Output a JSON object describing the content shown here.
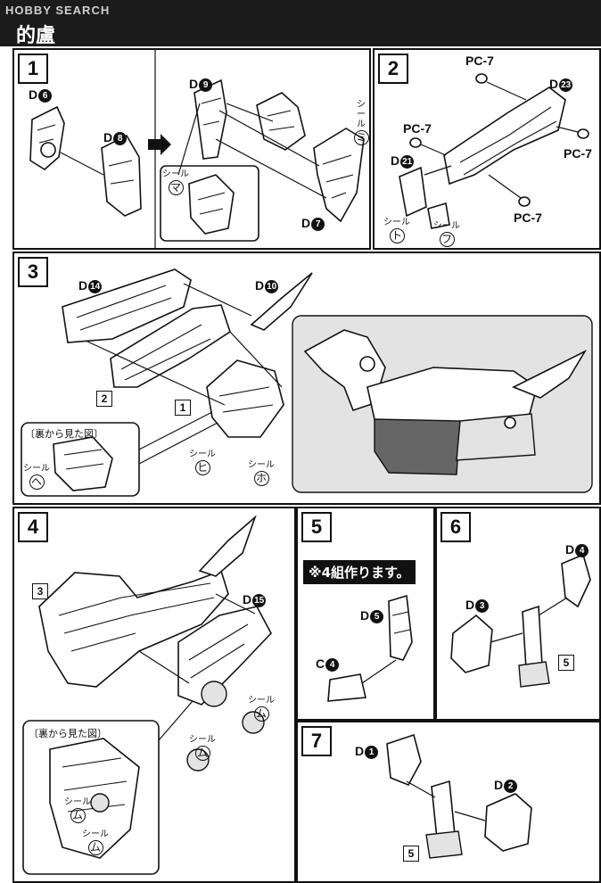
{
  "header": {
    "logo": "HOBBY SEARCH",
    "title": "的盧"
  },
  "steps": {
    "s1": "1",
    "s2": "2",
    "s3": "3",
    "s4": "4",
    "s5": "5",
    "s6": "6",
    "s7": "7"
  },
  "seal_label": "シール",
  "step1": {
    "d6": "D",
    "d6n": "6",
    "d8": "D",
    "d8n": "8",
    "d9": "D",
    "d9n": "9",
    "d7": "D",
    "d7n": "7",
    "seal_mi": "ミ",
    "seal_ma": "マ"
  },
  "step2": {
    "pc7": "PC-7",
    "d23": "D",
    "d23n": "23",
    "d21": "D",
    "d21n": "21",
    "seal_to": "ト",
    "seal_fu": "フ"
  },
  "step3": {
    "d14": "D",
    "d14n": "14",
    "d10": "D",
    "d10n": "10",
    "ref2": "2",
    "ref1": "1",
    "inset_title": "〔裏から見た図〕",
    "seal_he": "ヘ",
    "seal_hi": "ヒ",
    "seal_ho": "ホ"
  },
  "step4": {
    "ref3": "3",
    "d15": "D",
    "d15n": "15",
    "inset_title": "〔裏から見た図〕",
    "seal_mu": "ム"
  },
  "step5": {
    "note": "※4組作ります。",
    "d5": "D",
    "d5n": "5",
    "c4": "C",
    "c4n": "4"
  },
  "step6": {
    "d4": "D",
    "d4n": "4",
    "d3": "D",
    "d3n": "3",
    "ref5": "5"
  },
  "step7": {
    "d1": "D",
    "d1n": "1",
    "d2": "D",
    "d2n": "2",
    "ref5": "5"
  }
}
